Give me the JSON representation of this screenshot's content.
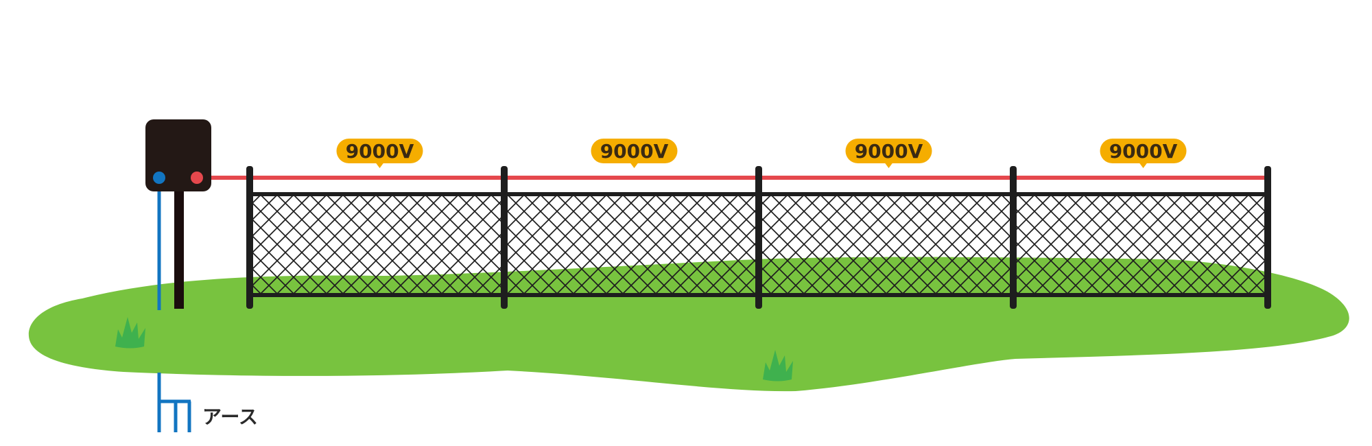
{
  "colors": {
    "ground": "#78c33f",
    "grass_tuft": "#3fb14e",
    "controller_box": "#231815",
    "controller_stand": "#1a0d0d",
    "hot_wire": "#e5484d",
    "earth_wire": "#1275c1",
    "post": "#1e1e1e",
    "mesh": "#1e1e1e",
    "badge": "#f5ad00",
    "badge_text": "#3a2a12"
  },
  "voltage_labels": [
    "9000V",
    "9000V",
    "9000V",
    "9000V"
  ],
  "earth_label": "アース",
  "icons": {
    "controller": "electric-fence-energizer-icon",
    "grass": "grass-tuft-icon",
    "earth": "ground-rod-icon"
  }
}
